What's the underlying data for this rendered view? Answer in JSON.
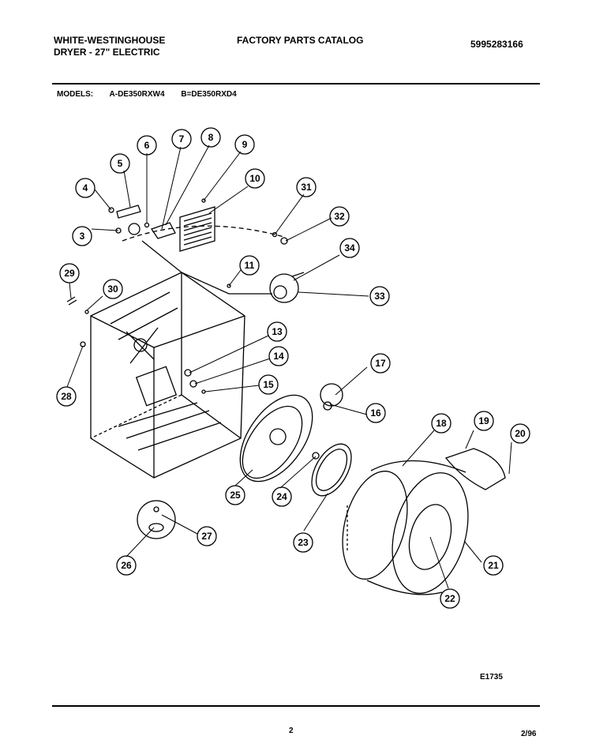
{
  "header": {
    "manufacturer": "WHITE-WESTINGHOUSE",
    "product": "DRYER - 27\" ELECTRIC",
    "catalog_title": "FACTORY PARTS CATALOG",
    "part_number": "5995283166"
  },
  "models": {
    "label": "MODELS:",
    "model_a": "A-DE350RXW4",
    "model_b": "B=DE350RXD4"
  },
  "diagram": {
    "callouts": [
      "3",
      "4",
      "5",
      "6",
      "7",
      "8",
      "9",
      "10",
      "11",
      "13",
      "14",
      "15",
      "16",
      "17",
      "18",
      "19",
      "20",
      "21",
      "22",
      "23",
      "24",
      "25",
      "26",
      "27",
      "28",
      "29",
      "30",
      "31",
      "32",
      "33",
      "34"
    ],
    "figure_id": "E1735"
  },
  "footer": {
    "page": "2",
    "date": "2/96"
  }
}
